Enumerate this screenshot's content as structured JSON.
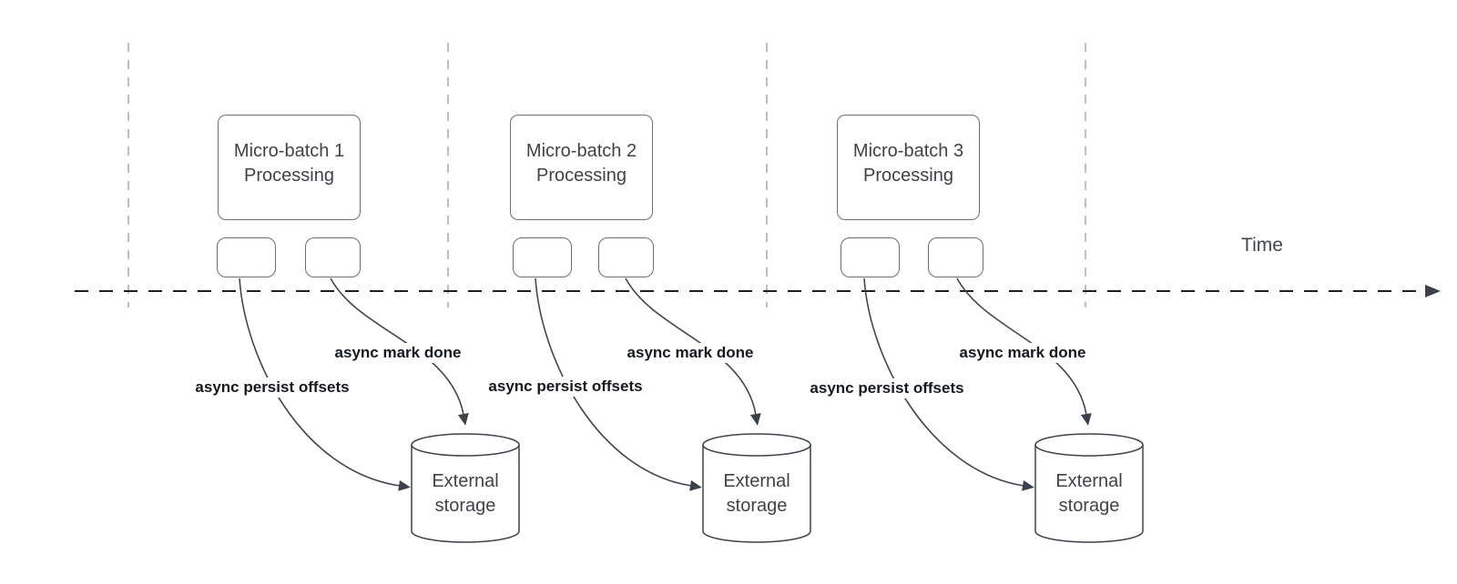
{
  "time_axis": {
    "label": "Time"
  },
  "colors": {
    "curve_stroke": "#3f4650",
    "shape_border": "#6b7076",
    "cylinder_stroke": "#3c434b",
    "timeline_stroke": "#1a1d21",
    "gridline_stroke": "#a6a8ab",
    "arrow_label_text": "#15181d",
    "node_text": "#3f4347"
  },
  "batches": [
    {
      "title": "Micro-batch 1",
      "subtitle": "Processing",
      "persist_arrow_label": "async persist offsets",
      "mark_done_arrow_label": "async mark done",
      "storage_line1": "External",
      "storage_line2": "storage"
    },
    {
      "title": "Micro-batch 2",
      "subtitle": "Processing",
      "persist_arrow_label": "async persist offsets",
      "mark_done_arrow_label": "async mark done",
      "storage_line1": "External",
      "storage_line2": "storage"
    },
    {
      "title": "Micro-batch 3",
      "subtitle": "Processing",
      "persist_arrow_label": "async persist offsets",
      "mark_done_arrow_label": "async mark done",
      "storage_line1": "External",
      "storage_line2": "storage"
    }
  ]
}
